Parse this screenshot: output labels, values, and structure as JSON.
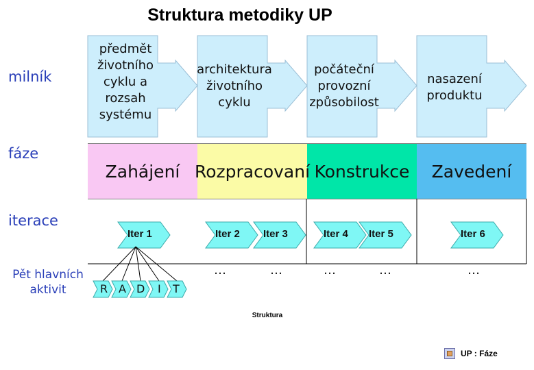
{
  "title": "Struktura metodiky UP",
  "row_labels": {
    "milestone": "milník",
    "phase": "fáze",
    "iteration": "iterace",
    "activities_line1": "Pět hlavních",
    "activities_line2": "aktivit"
  },
  "milestones": [
    {
      "lines": [
        "předmět",
        "životního",
        "cyklu a",
        "rozsah",
        "systému"
      ]
    },
    {
      "lines": [
        "architektura",
        "životního",
        "cyklu"
      ]
    },
    {
      "lines": [
        "počáteční",
        "provozní",
        "způsobilost"
      ]
    },
    {
      "lines": [
        "nasazení",
        "produktu"
      ]
    }
  ],
  "phases": [
    {
      "label": "Zahájení",
      "color": "#f9c8f3"
    },
    {
      "label": "Rozpracovaní",
      "color": "#fbfba6"
    },
    {
      "label": "Konstrukce",
      "color": "#00e6a8"
    },
    {
      "label": "Zavedení",
      "color": "#55bdf0"
    }
  ],
  "iterations": [
    "Iter 1",
    "Iter 2",
    "Iter 3",
    "Iter 4",
    "Iter 5",
    "Iter 6"
  ],
  "activities": [
    "R",
    "A",
    "D",
    "I",
    "T"
  ],
  "ellipsis": "…",
  "caption": "Struktura",
  "footer": "UP : Fáze",
  "colors": {
    "milestone_fill": "#cdeefc",
    "iteration_fill": "#7ff7f5",
    "label_blue": "#2a3fb8"
  }
}
